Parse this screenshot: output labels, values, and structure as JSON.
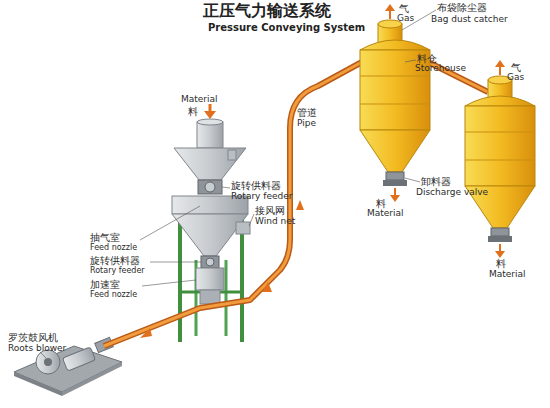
{
  "diagram": {
    "title": "正压气力输送系统",
    "labels": [
      "Pressure Conveying System",
      "气",
      "Gas",
      "布袋除尘器",
      "Bag dust catcher",
      "料仓",
      "Storehouse",
      "气",
      "Gas",
      "Material",
      "料",
      "管道",
      "Pipe",
      "卸料器",
      "Discharge valve",
      "旋转供料器",
      "Rotary feeder",
      "料",
      "Material",
      "接风网",
      "Wind net",
      "抽气室",
      "Feed nozzle",
      "旋转供料器",
      "Rotary feeder",
      "加速室",
      "Feed nozzle",
      "料",
      "Material",
      "罗茨鼓风机",
      "Roots blower"
    ]
  }
}
